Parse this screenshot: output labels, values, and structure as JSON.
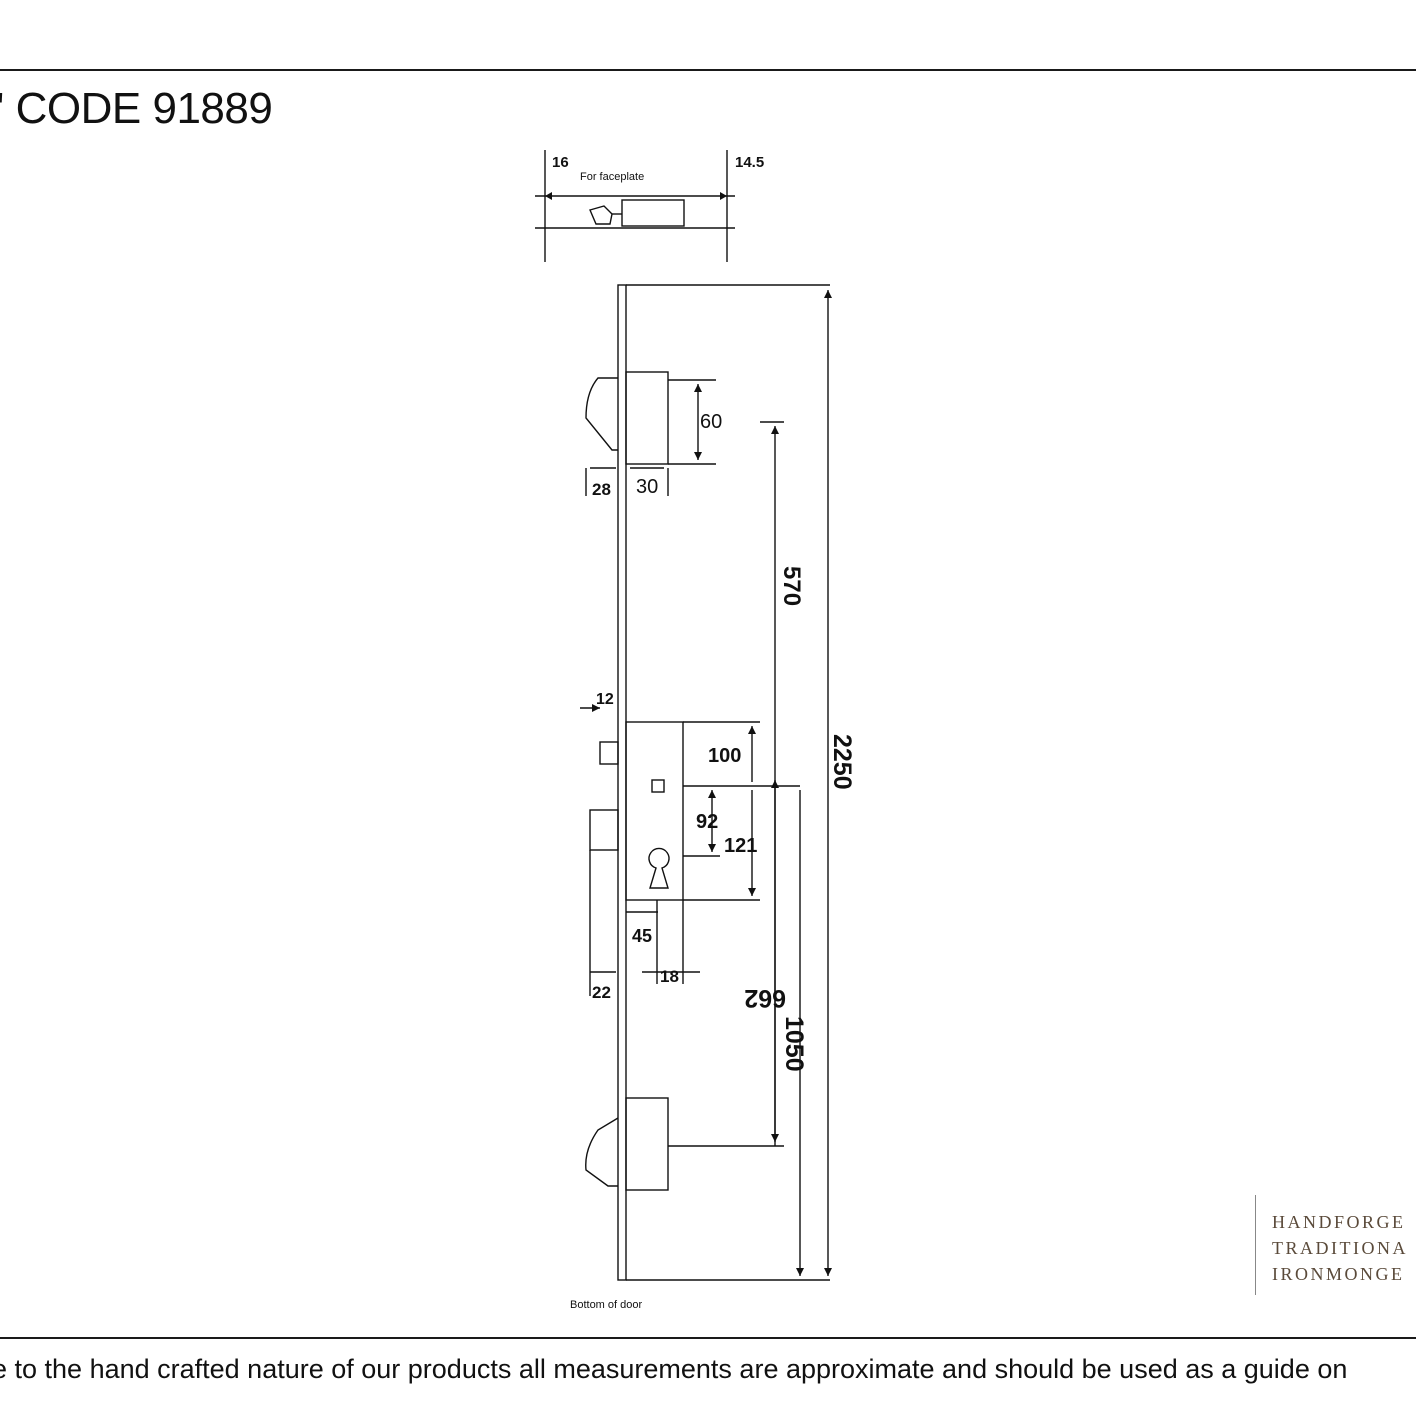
{
  "header": {
    "code_title": "' CODE 91889"
  },
  "drawing": {
    "labels": {
      "d16": "16",
      "d14_5": "14.5",
      "for_faceplate": "For faceplate",
      "d60": "60",
      "d28": "28",
      "d30": "30",
      "d570": "570",
      "d2250": "2250",
      "d12": "12",
      "d100": "100",
      "d92": "92",
      "d121": "121",
      "d45": "45",
      "d662": "662",
      "d22": "22",
      "d18": "18",
      "d1050": "1050",
      "bottom_of_door": "Bottom of door"
    }
  },
  "brand": {
    "line1": "HANDFORGE",
    "line2": "TRADITIONA",
    "line3": "IRONMONGE"
  },
  "footer": {
    "disclaimer": "e to the hand crafted nature of our products all measurements are approximate and should be used as a guide on"
  },
  "colors": {
    "ink": "#111111",
    "brand": "#5a4a3a"
  }
}
